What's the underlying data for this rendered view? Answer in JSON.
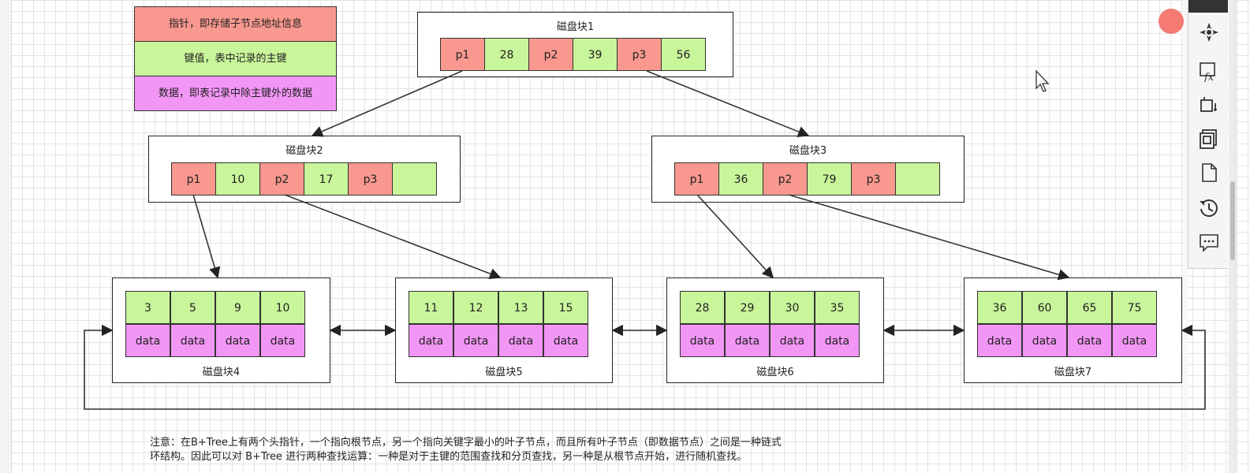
{
  "legend": {
    "pointer": "指针，即存储子节点地址信息",
    "key": "键值，表中记录的主键",
    "data": "数据，即表记录中除主键外的数据"
  },
  "nodes": {
    "block1": {
      "title": "磁盘块1",
      "cells": [
        "p1",
        "28",
        "p2",
        "39",
        "p3",
        "56"
      ]
    },
    "block2": {
      "title": "磁盘块2",
      "cells": [
        "p1",
        "10",
        "p2",
        "17",
        "p3",
        ""
      ]
    },
    "block3": {
      "title": "磁盘块3",
      "cells": [
        "p1",
        "36",
        "p2",
        "79",
        "p3",
        ""
      ]
    }
  },
  "leaves": {
    "block4": {
      "title": "磁盘块4",
      "keys": [
        "3",
        "5",
        "9",
        "10"
      ],
      "data": [
        "data",
        "data",
        "data",
        "data"
      ]
    },
    "block5": {
      "title": "磁盘块5",
      "keys": [
        "11",
        "12",
        "13",
        "15"
      ],
      "data": [
        "data",
        "data",
        "data",
        "data"
      ]
    },
    "block6": {
      "title": "磁盘块6",
      "keys": [
        "28",
        "29",
        "30",
        "35"
      ],
      "data": [
        "data",
        "data",
        "data",
        "data"
      ]
    },
    "block7": {
      "title": "磁盘块7",
      "keys": [
        "36",
        "60",
        "65",
        "75"
      ],
      "data": [
        "data",
        "data",
        "data",
        "data"
      ]
    }
  },
  "note": {
    "line1": "注意：在B+Tree上有两个头指针，一个指向根节点，另一个指向关键字最小的叶子节点，而且所有叶子节点（即数据节点）之间是一种链式",
    "line2": "环结构。因此可以对 B+Tree 进行两种查找运算：一种是对于主键的范围查找和分页查找，另一种是从根节点开始，进行随机查找。"
  },
  "colors": {
    "pointer": "#f8988e",
    "key": "#c9f59b",
    "data": "#f296f5",
    "accent_dot": "#f47a73"
  },
  "toolbar_icons": [
    "navigate-icon",
    "formula-icon",
    "crop-icon",
    "layers-icon",
    "page-icon",
    "history-icon",
    "comment-icon"
  ]
}
